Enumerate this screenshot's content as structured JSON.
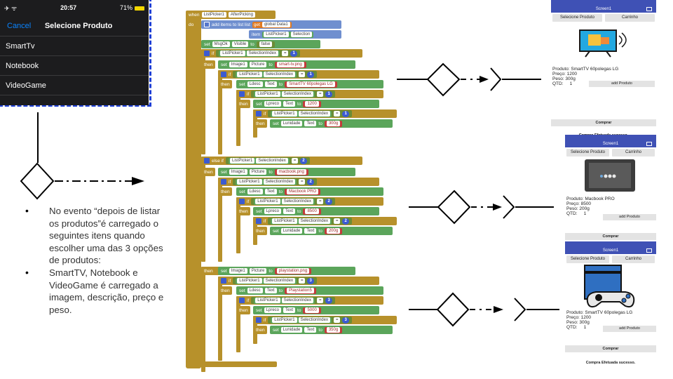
{
  "picker": {
    "status": {
      "time": "20:57",
      "battery": "71%"
    },
    "cancel": "Cancel",
    "title": "Selecione Produto",
    "items": [
      "SmartTv",
      "Notebook",
      "VideoGame"
    ]
  },
  "bullets": [
    "No evento “depois de listar os produtos”é carregado o seguintes itens quando escolher uma das 3 opções de produtos:",
    "SmartTV, Notebook e VideoGame é carregado a imagem, descrição, preço e peso."
  ],
  "blocks": {
    "when": "when",
    "component": "ListPicker1",
    "event": "AfterPicking",
    "do": "do",
    "add_items": "add items to list  list",
    "get": "get",
    "global_data": "global Data1",
    "item": "item",
    "selection": "Selection",
    "set": "set",
    "msgok": "MsgOk",
    "visible": "Visible",
    "to": "to",
    "false": "false",
    "if": "if",
    "then": "then",
    "else_if": "else if",
    "else": "else",
    "selection_index": "SelectionIndex",
    "eq": "=",
    "image1": "Image1",
    "picture": "Picture",
    "ldesc": "Ldesc",
    "lpreco": "Lpreco",
    "lunidade": "Lunidade",
    "text": "Text",
    "branches": [
      {
        "index": "1",
        "img": "smart-tv.png",
        "desc": "SmartTV 60polegas LG",
        "price": "1200",
        "weight": "300g"
      },
      {
        "index": "2",
        "img": "macbook.png",
        "desc": "Macbook PRO",
        "price": "8500",
        "weight": "200g"
      },
      {
        "index": "3",
        "img": "playstation.png",
        "desc": "Playstation5",
        "price": "5000",
        "weight": "350g"
      }
    ]
  },
  "phones": [
    {
      "title": "Screen1",
      "btn1": "Selecione Produto",
      "btn2": "Carrinho",
      "produto": "Produto: SmartTV 60polegas LG",
      "preco": "Preço:    1200",
      "peso": "Peso:       300g",
      "qtd_label": "QTD:",
      "qtd": "1",
      "add": "add Produto",
      "buy": "Comprar",
      "msg": "Compra Efetuada sucesso."
    },
    {
      "title": "Screen1",
      "btn1": "Selecione Produto",
      "btn2": "Carrinho",
      "produto": "Produto: Macbook PRO",
      "preco": "Preço:    8500",
      "peso": "Peso:       200g",
      "qtd_label": "QTD:",
      "qtd": "1",
      "add": "add Produto",
      "buy": "Comprar",
      "msg": ""
    },
    {
      "title": "Screen1",
      "btn1": "Selecione Produto",
      "btn2": "Carrinho",
      "produto": "Produto: SmartTV 60polegas LG",
      "preco": "Preço:    1200",
      "peso": "Peso:       300g",
      "qtd_label": "QTD:",
      "qtd": "1",
      "add": "add Produto",
      "buy": "Comprar",
      "msg": "Compra Efetuada sucesso."
    }
  ],
  "colors": {
    "ios_bg": "#1c1c1e",
    "ios_blue": "#0a84ff",
    "frame": "#1e3fd6",
    "appbar": "#3f51b5",
    "control_block": "#b7912b"
  }
}
